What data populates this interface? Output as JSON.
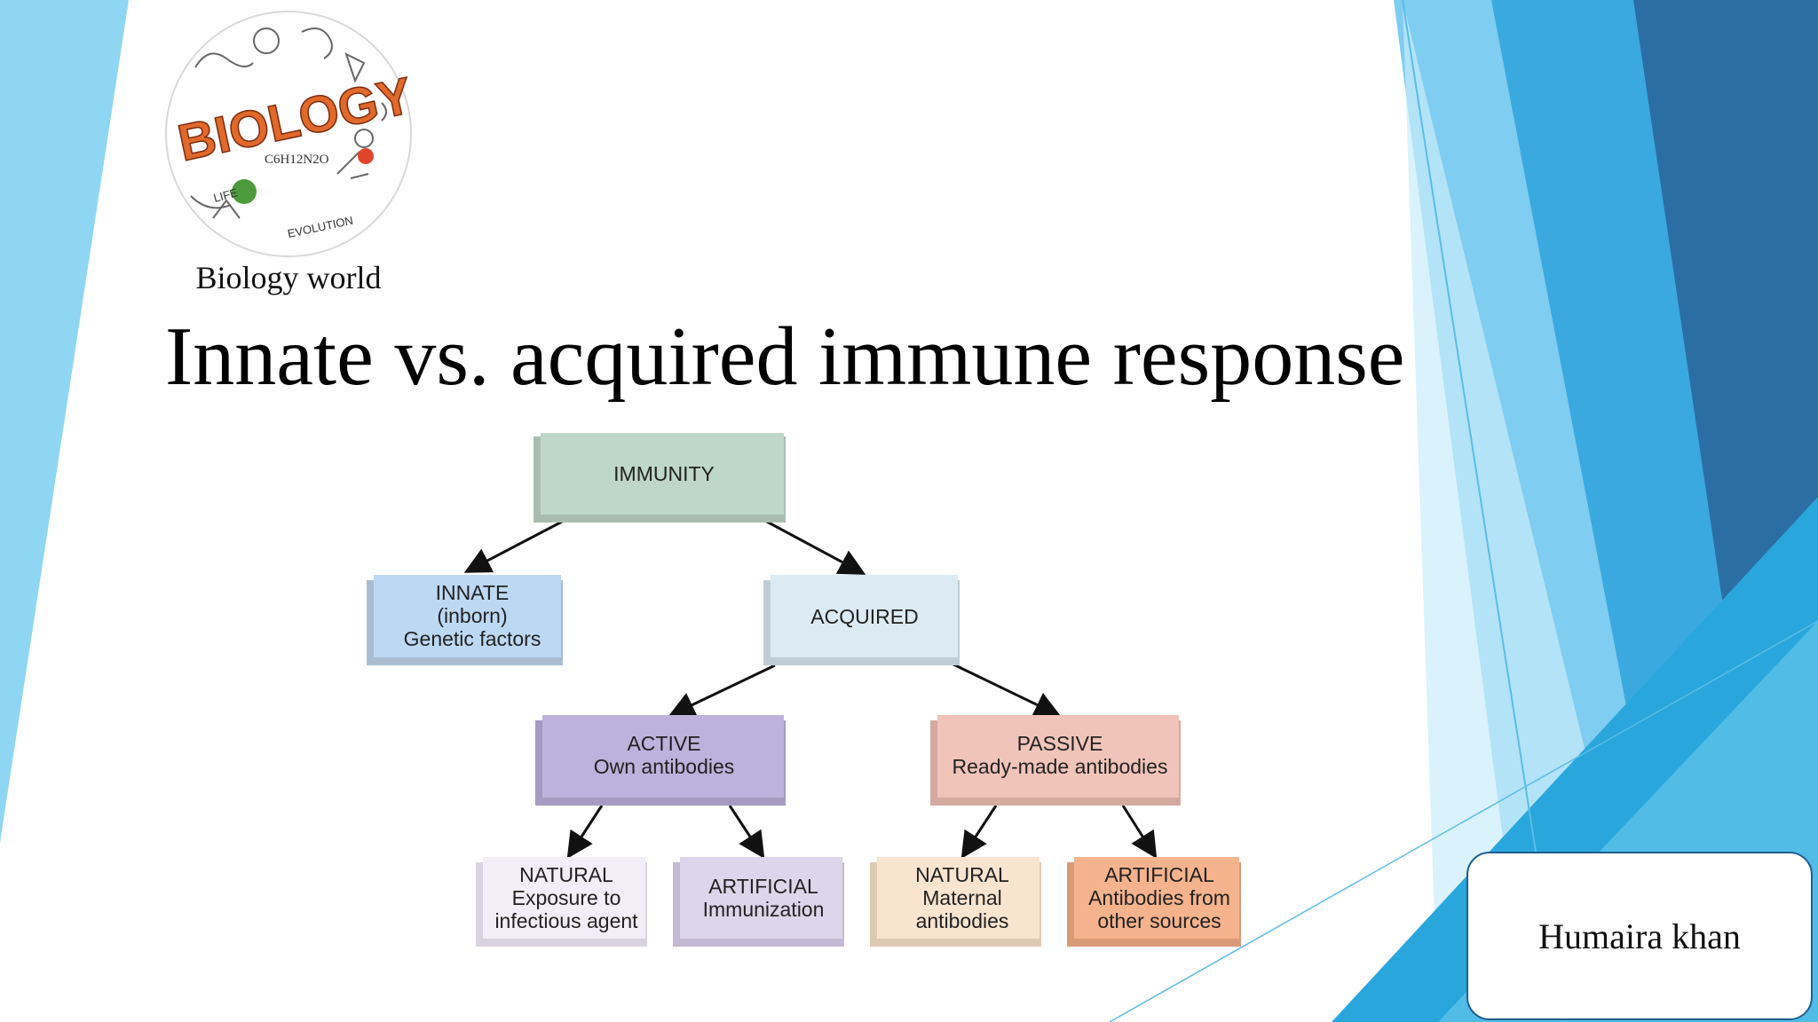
{
  "slide": {
    "title": "Innate vs. acquired immune response",
    "author": "Humaira khan"
  },
  "logo": {
    "word": "BIOLOGY",
    "caption": "Biology world",
    "small_texts": [
      "C6H12N2O",
      "LIFE",
      "EVOLUTION"
    ]
  },
  "colors": {
    "blue_light": "#8fd6f2",
    "blue_mid": "#3aa9df",
    "blue_dark": "#1f5d8e",
    "immunity_fill": "#bfd7c8",
    "innate_fill": "#bcd8f3",
    "acquired_fill": "#dceaf4",
    "active_fill": "#bdb2db",
    "passive_fill": "#f0c4b9",
    "natural1_fill": "#f2eef7",
    "artificial1_fill": "#ddd5ea",
    "natural2_fill": "#f8e4cf",
    "artificial2_fill": "#f4b38d"
  },
  "diagram": {
    "immunity": {
      "lines": [
        "IMMUNITY"
      ]
    },
    "innate": {
      "lines": [
        "INNATE",
        "(inborn)",
        "Genetic factors"
      ]
    },
    "acquired": {
      "lines": [
        "ACQUIRED"
      ]
    },
    "active": {
      "lines": [
        "ACTIVE",
        "Own antibodies"
      ]
    },
    "passive": {
      "lines": [
        "PASSIVE",
        "Ready-made antibodies"
      ]
    },
    "natural_active": {
      "lines": [
        "NATURAL",
        "Exposure to",
        "infectious agent"
      ]
    },
    "artificial_active": {
      "lines": [
        "ARTIFICIAL",
        "Immunization"
      ]
    },
    "natural_passive": {
      "lines": [
        "NATURAL",
        "Maternal",
        "antibodies"
      ]
    },
    "artificial_passive": {
      "lines": [
        "ARTIFICIAL",
        "Antibodies from",
        "other sources"
      ]
    }
  }
}
